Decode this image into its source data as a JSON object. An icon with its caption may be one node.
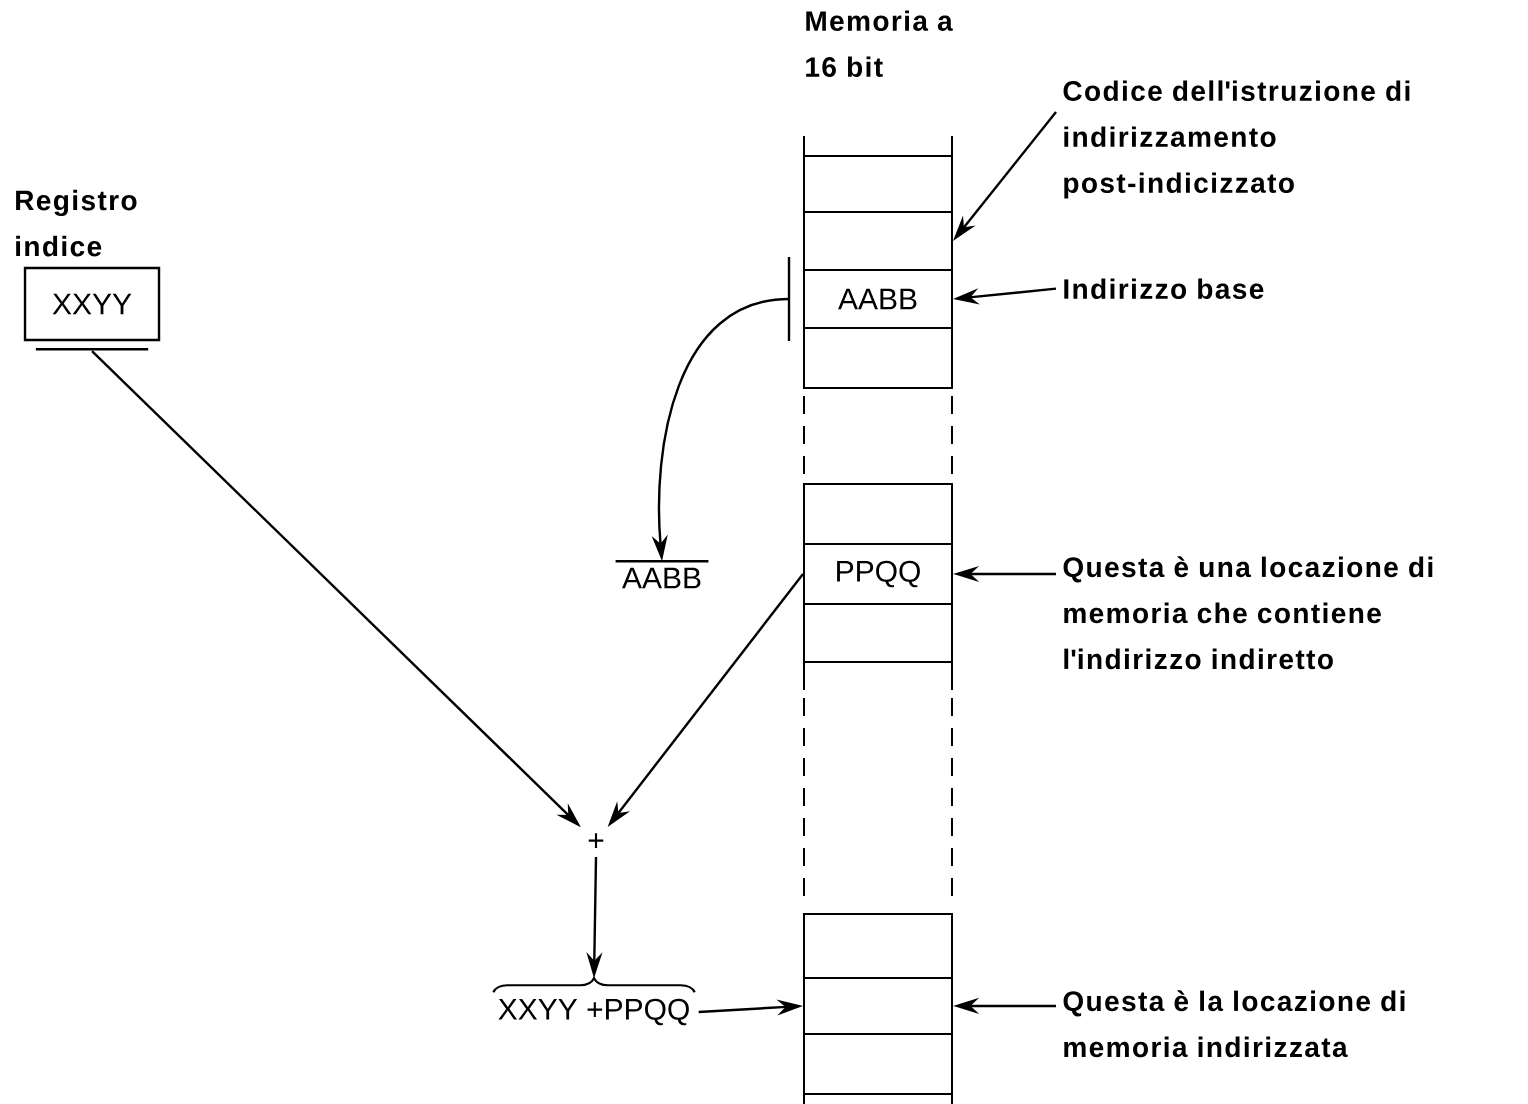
{
  "diagram": {
    "nodes": [
      {
        "text": [
          "Registro indice",
          "XXYY"
        ]
      },
      {
        "text": [],
        "shape": "box"
      },
      {
        "text": [],
        "shape": "box"
      },
      {
        "text": [
          "AABB"
        ]
      },
      {
        "text": [],
        "shape": "box"
      },
      {
        "text": [],
        "shape": "box"
      },
      {
        "text": [
          "PPQQ"
        ]
      },
      {
        "text": [],
        "shape": "box"
      },
      {
        "text": [],
        "shape": "box"
      },
      {
        "text": [],
        "shape": "box"
      },
      {
        "text": [],
        "shape": "box"
      },
      {
        "text": [
          "Codice dell'istruzione di indirizzamento post-indicizzato"
        ]
      },
      {
        "text": [
          "Indirizzo base"
        ]
      },
      {
        "text": [
          "AABB"
        ]
      },
      {
        "text": [
          "Questa è una locazione di memoria che contiene l'indirizzo indiretto"
        ]
      },
      {
        "text": [
          "+"
        ]
      },
      {
        "text": [
          "XXYY +PPQQ"
        ]
      },
      {
        "text": [
          "Questa è la locazione di memoria indirizzata"
        ]
      }
    ],
    "edges": [
      {
        "from": 11,
        "to": 2,
        "arrow": "to"
      },
      {
        "from": 12,
        "to": 3,
        "arrow": "to"
      },
      {
        "from": 3,
        "to": 13,
        "arrow": "to"
      },
      {
        "from": 14,
        "to": 6,
        "arrow": "to"
      },
      {
        "from": 0,
        "to": 15,
        "arrow": "to"
      },
      {
        "from": 6,
        "to": 15,
        "arrow": "to"
      },
      {
        "from": 15,
        "to": 16,
        "arrow": "to"
      },
      {
        "from": 16,
        "to": 9,
        "arrow": "to"
      },
      {
        "from": 17,
        "to": 9,
        "arrow": "to"
      }
    ],
    "labels": [
      "Memoria a 16 bit"
    ]
  }
}
